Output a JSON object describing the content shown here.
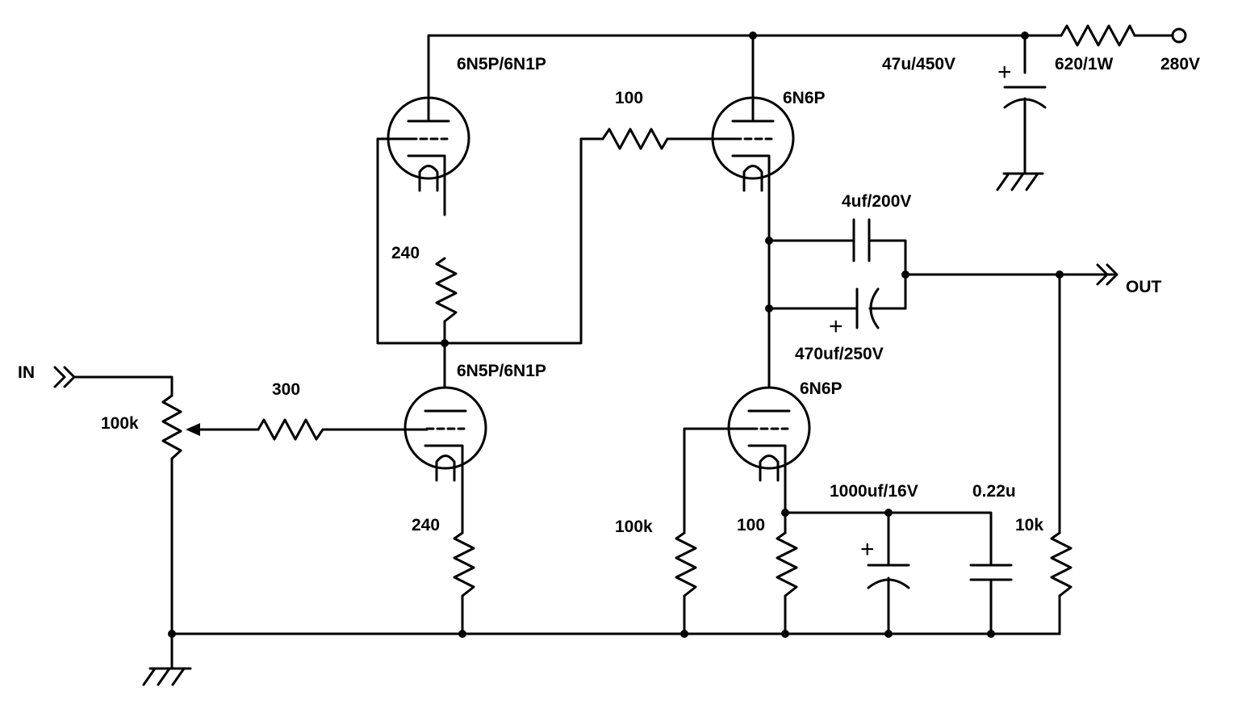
{
  "labels": {
    "in": "IN",
    "out": "OUT",
    "supply": "280V",
    "tube_v1": "6N5P/6N1P",
    "tube_v2": "6N5P/6N1P",
    "tube_v3": "6N6P",
    "tube_v4": "6N6P",
    "r_drop": "620/1W",
    "c_filter": "47u/450V",
    "r_grid_stop_top": "100",
    "r_v1_cathode": "240",
    "r_v2_cathode": "240",
    "r_input": "300",
    "pot": "100k",
    "c_out_film": "4uf/200V",
    "c_out_elec": "470uf/250V",
    "r_v4_grid": "100k",
    "r_v4_cathode": "100",
    "c_bypass_elec": "1000uf/16V",
    "c_bypass_film": "0.22u",
    "r_load": "10k",
    "plus": "+"
  }
}
